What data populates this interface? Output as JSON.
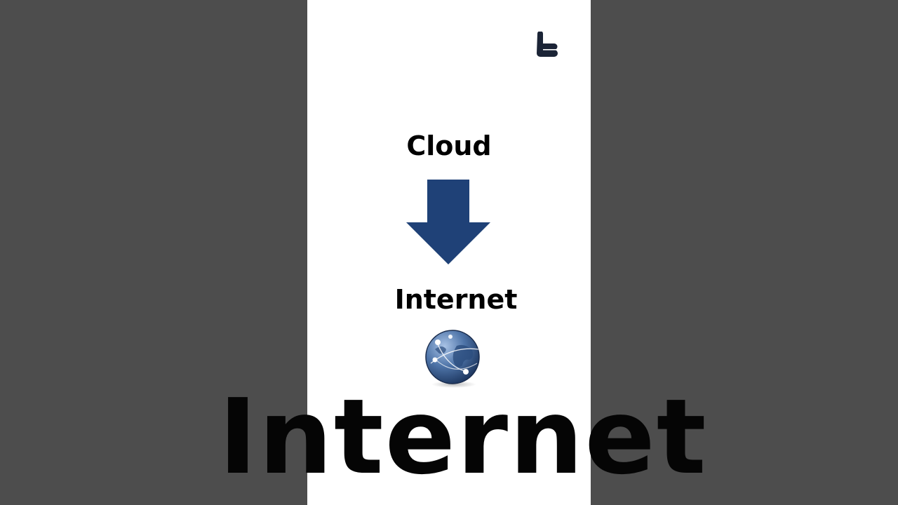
{
  "background": {
    "color": "#4d4d4d",
    "blurred_text": "Internet"
  },
  "slide": {
    "logo_icon": "brand-logo-icon",
    "top_label": "Cloud",
    "arrow_icon": "arrow-down-icon",
    "arrow_color": "#1f4177",
    "bottom_label": "Internet",
    "globe_icon": "globe-network-icon"
  }
}
